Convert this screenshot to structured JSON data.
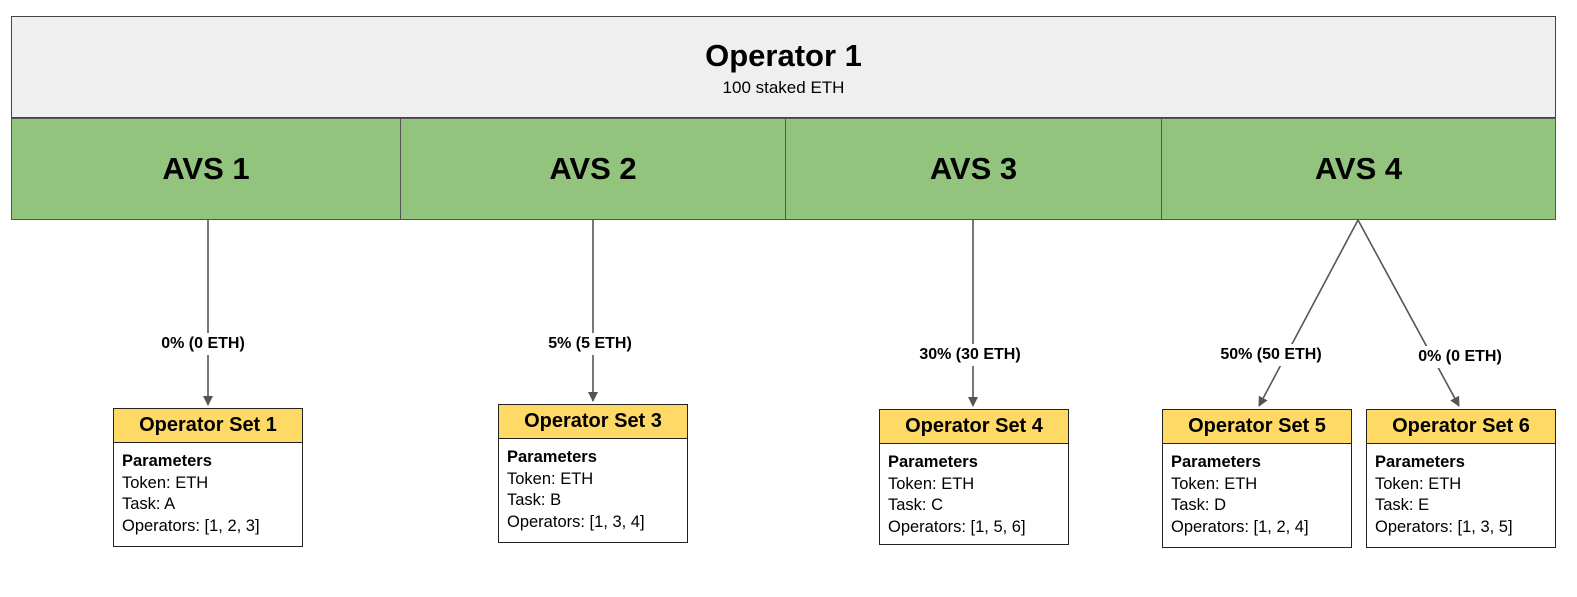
{
  "operator": {
    "title": "Operator 1",
    "subtitle": "100 staked ETH"
  },
  "avs": [
    {
      "label": "AVS 1"
    },
    {
      "label": "AVS 2"
    },
    {
      "label": "AVS 3"
    },
    {
      "label": "AVS 4"
    }
  ],
  "allocations": [
    {
      "label": "0% (0 ETH)"
    },
    {
      "label": "5% (5 ETH)"
    },
    {
      "label": "30% (30 ETH)"
    },
    {
      "label": "50% (50 ETH)"
    },
    {
      "label": "0% (0 ETH)"
    }
  ],
  "operator_sets": [
    {
      "title": "Operator Set 1",
      "heading": "Parameters",
      "token": "Token: ETH",
      "task": "Task: A",
      "operators": "Operators: [1, 2, 3]"
    },
    {
      "title": "Operator Set 3",
      "heading": "Parameters",
      "token": "Token: ETH",
      "task": "Task: B",
      "operators": "Operators: [1, 3, 4]"
    },
    {
      "title": "Operator Set 4",
      "heading": "Parameters",
      "token": "Token: ETH",
      "task": "Task: C",
      "operators": "Operators: [1, 5, 6]"
    },
    {
      "title": "Operator Set 5",
      "heading": "Parameters",
      "token": "Token: ETH",
      "task": "Task: D",
      "operators": "Operators: [1, 2, 4]"
    },
    {
      "title": "Operator Set 6",
      "heading": "Parameters",
      "token": "Token: ETH",
      "task": "Task: E",
      "operators": "Operators: [1, 3, 5]"
    }
  ],
  "colors": {
    "operator_fill": "#efefef",
    "avs_fill": "#93c47d",
    "opset_header_fill": "#ffd966",
    "connector": "#555555"
  }
}
